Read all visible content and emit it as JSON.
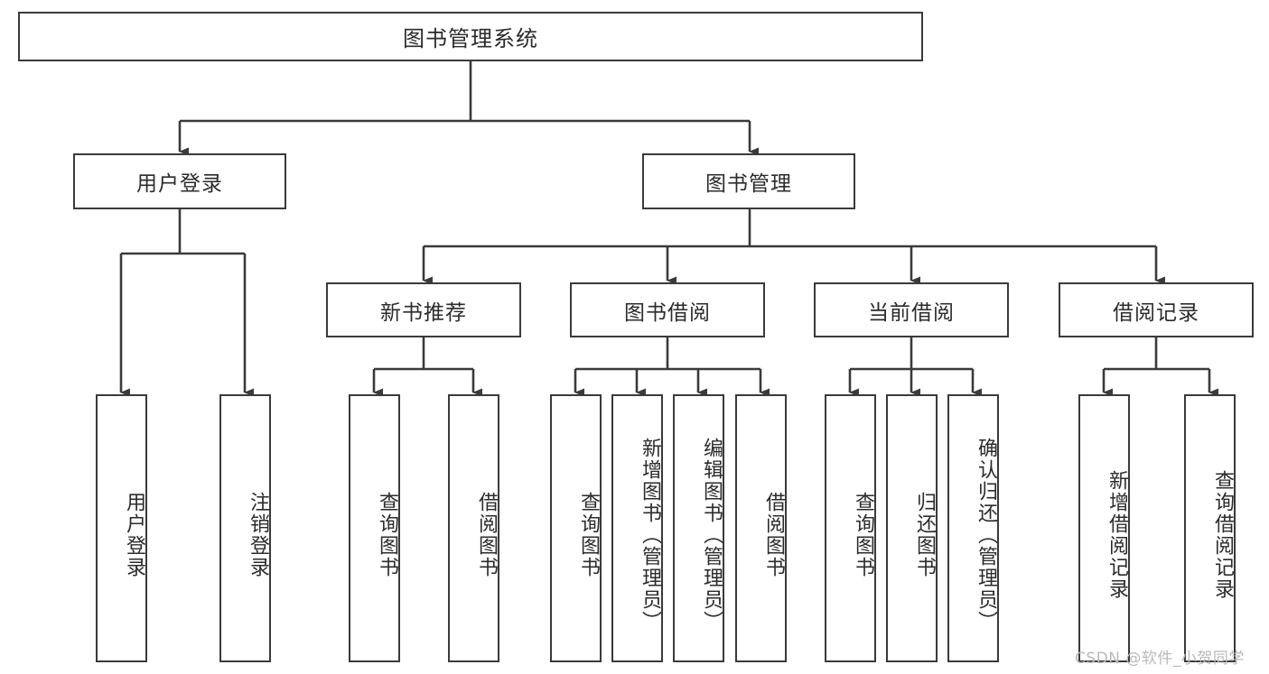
{
  "diagram": {
    "type": "tree-hierarchy",
    "title_node": {
      "label": "图书管理系统"
    },
    "level2": [
      {
        "id": "user-login",
        "label": "用户登录"
      },
      {
        "id": "book-manage",
        "label": "图书管理"
      }
    ],
    "level3": [
      {
        "id": "new-book-recommend",
        "label": "新书推荐"
      },
      {
        "id": "book-borrow",
        "label": "图书借阅"
      },
      {
        "id": "current-borrow",
        "label": "当前借阅"
      },
      {
        "id": "borrow-record",
        "label": "借阅记录"
      }
    ],
    "leaves": [
      {
        "id": "leaf-user-login",
        "label": "用户登录",
        "parent": "user-login"
      },
      {
        "id": "leaf-logout-login",
        "label": "注销登录",
        "parent": "user-login"
      },
      {
        "id": "leaf-query-book-1",
        "label": "查询图书",
        "parent": "new-book-recommend"
      },
      {
        "id": "leaf-borrow-book-1",
        "label": "借阅图书",
        "parent": "new-book-recommend"
      },
      {
        "id": "leaf-query-book-2",
        "label": "查询图书",
        "parent": "book-borrow"
      },
      {
        "id": "leaf-add-book",
        "label": "新增图书（管理员）",
        "parent": "book-borrow"
      },
      {
        "id": "leaf-edit-book",
        "label": "编辑图书（管理员）",
        "parent": "book-borrow"
      },
      {
        "id": "leaf-borrow-book-2",
        "label": "借阅图书",
        "parent": "book-borrow"
      },
      {
        "id": "leaf-query-book-3",
        "label": "查询图书",
        "parent": "current-borrow"
      },
      {
        "id": "leaf-return-book",
        "label": "归还图书",
        "parent": "current-borrow"
      },
      {
        "id": "leaf-confirm-return",
        "label": "确认归还（管理员）",
        "parent": "current-borrow"
      },
      {
        "id": "leaf-add-record",
        "label": "新增借阅记录",
        "parent": "borrow-record"
      },
      {
        "id": "leaf-query-record",
        "label": "查询借阅记录",
        "parent": "borrow-record"
      }
    ],
    "colors": {
      "stroke": "#3a3a3a",
      "text": "#2b2b2b",
      "background": "#ffffff",
      "watermark": "#b9b9b9"
    }
  },
  "watermark": {
    "text": "CSDN @软件_小贺同学"
  }
}
